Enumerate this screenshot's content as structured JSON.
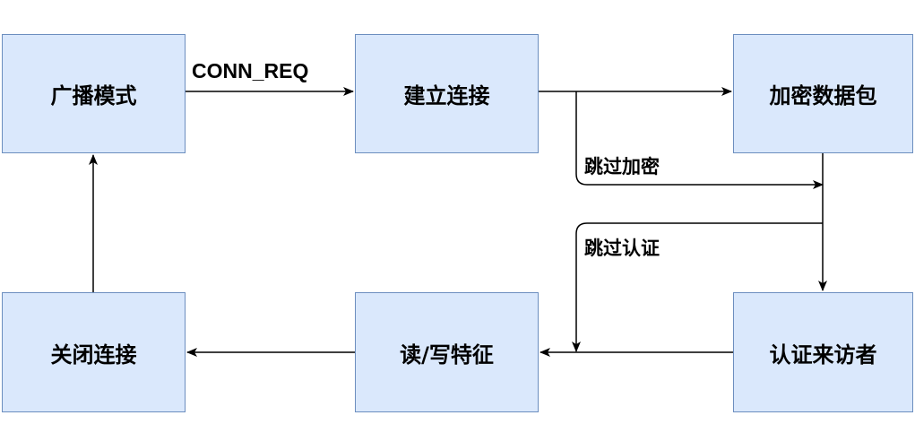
{
  "nodes": {
    "broadcast_mode": "广播模式",
    "establish_connection": "建立连接",
    "encrypt_packet": "加密数据包",
    "close_connection": "关闭连接",
    "read_write_characteristic": "读/写特征",
    "authenticate_visitor": "认证来访者"
  },
  "edge_labels": {
    "conn_req": "CONN_REQ",
    "skip_encryption": "跳过加密",
    "skip_authentication": "跳过认证"
  },
  "colors": {
    "node_fill": "#dae8fc",
    "node_border": "#6c8ebf",
    "edge": "#000000"
  }
}
